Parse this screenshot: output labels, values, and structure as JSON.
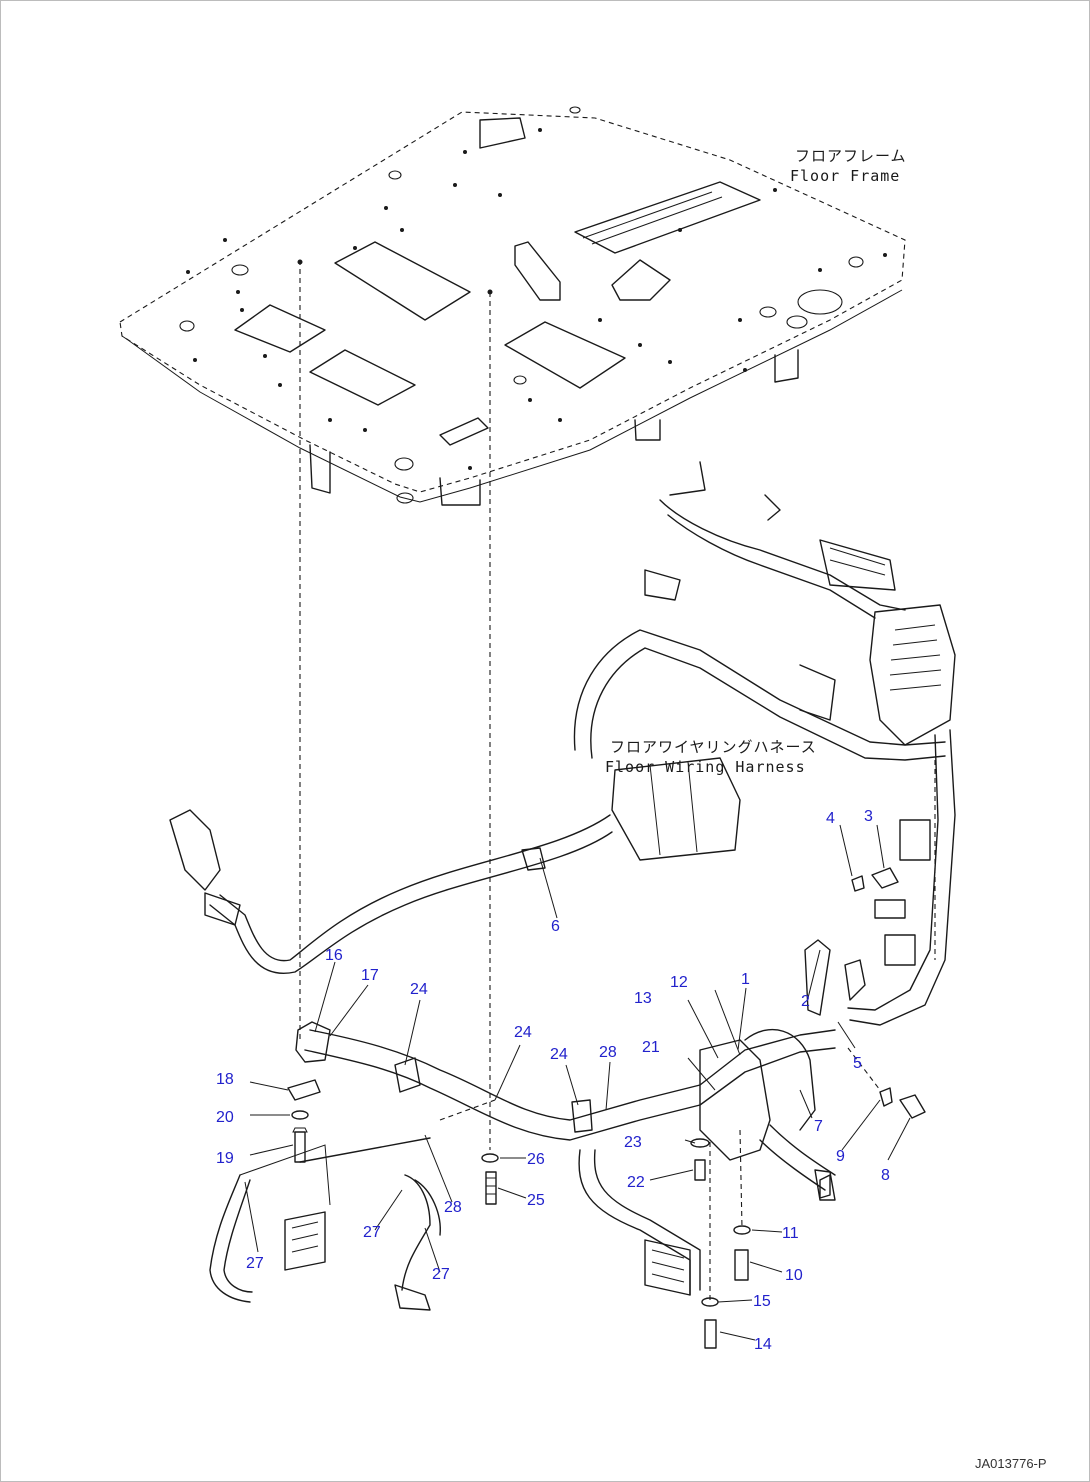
{
  "labels": {
    "floor_frame_jp": "フロアフレーム",
    "floor_frame_en": "Floor Frame",
    "floor_harness_jp": "フロアワイヤリングハネース",
    "floor_harness_en": "Floor Wiring Harness"
  },
  "drawing_number": "JA013776-P",
  "callouts": [
    {
      "id": "c1",
      "text": "1"
    },
    {
      "id": "c2",
      "text": "2"
    },
    {
      "id": "c3",
      "text": "3"
    },
    {
      "id": "c4",
      "text": "4"
    },
    {
      "id": "c5",
      "text": "5"
    },
    {
      "id": "c6",
      "text": "6"
    },
    {
      "id": "c7",
      "text": "7"
    },
    {
      "id": "c8",
      "text": "8"
    },
    {
      "id": "c9",
      "text": "9"
    },
    {
      "id": "c10",
      "text": "10"
    },
    {
      "id": "c11",
      "text": "11"
    },
    {
      "id": "c12",
      "text": "12"
    },
    {
      "id": "c13",
      "text": "13"
    },
    {
      "id": "c14",
      "text": "14"
    },
    {
      "id": "c15",
      "text": "15"
    },
    {
      "id": "c16",
      "text": "16"
    },
    {
      "id": "c17",
      "text": "17"
    },
    {
      "id": "c18",
      "text": "18"
    },
    {
      "id": "c19",
      "text": "19"
    },
    {
      "id": "c20",
      "text": "20"
    },
    {
      "id": "c21",
      "text": "21"
    },
    {
      "id": "c22",
      "text": "22"
    },
    {
      "id": "c23",
      "text": "23"
    },
    {
      "id": "c24a",
      "text": "24"
    },
    {
      "id": "c24b",
      "text": "24"
    },
    {
      "id": "c24c",
      "text": "24"
    },
    {
      "id": "c25",
      "text": "25"
    },
    {
      "id": "c26",
      "text": "26"
    },
    {
      "id": "c27a",
      "text": "27"
    },
    {
      "id": "c27b",
      "text": "27"
    },
    {
      "id": "c27c",
      "text": "27"
    },
    {
      "id": "c28a",
      "text": "28"
    },
    {
      "id": "c28b",
      "text": "28"
    }
  ]
}
